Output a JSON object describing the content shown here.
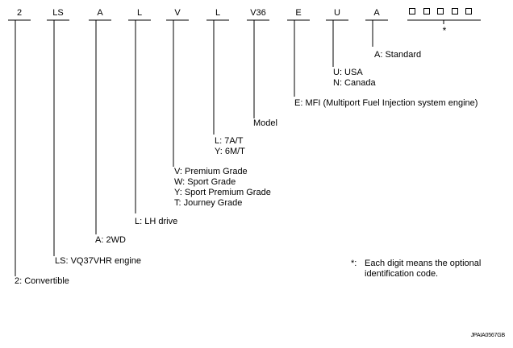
{
  "codes": [
    {
      "code": "2",
      "desc": [
        "2: Convertible"
      ]
    },
    {
      "code": "LS",
      "desc": [
        "LS: VQ37VHR engine"
      ]
    },
    {
      "code": "A",
      "desc": [
        "A: 2WD"
      ]
    },
    {
      "code": "L",
      "desc": [
        "L: LH drive"
      ]
    },
    {
      "code": "V",
      "desc": [
        "V: Premium Grade",
        "W: Sport Grade",
        "Y: Sport Premium Grade",
        "T: Journey Grade"
      ]
    },
    {
      "code": "L",
      "desc": [
        "L: 7A/T",
        "Y: 6M/T"
      ]
    },
    {
      "code": "V36",
      "desc": [
        "Model"
      ]
    },
    {
      "code": "E",
      "desc": [
        "E: MFI (Multiport Fuel Injection system engine)"
      ]
    },
    {
      "code": "U",
      "desc": [
        "U: USA",
        "N: Canada"
      ]
    },
    {
      "code": "A",
      "desc": [
        "A: Standard"
      ]
    }
  ],
  "optional_code": {
    "boxes": 5,
    "marker": "*"
  },
  "note": {
    "marker": "*:",
    "text": [
      "Each digit means the optional",
      "identification code."
    ]
  },
  "footer_id": "JPAIA0567GB"
}
